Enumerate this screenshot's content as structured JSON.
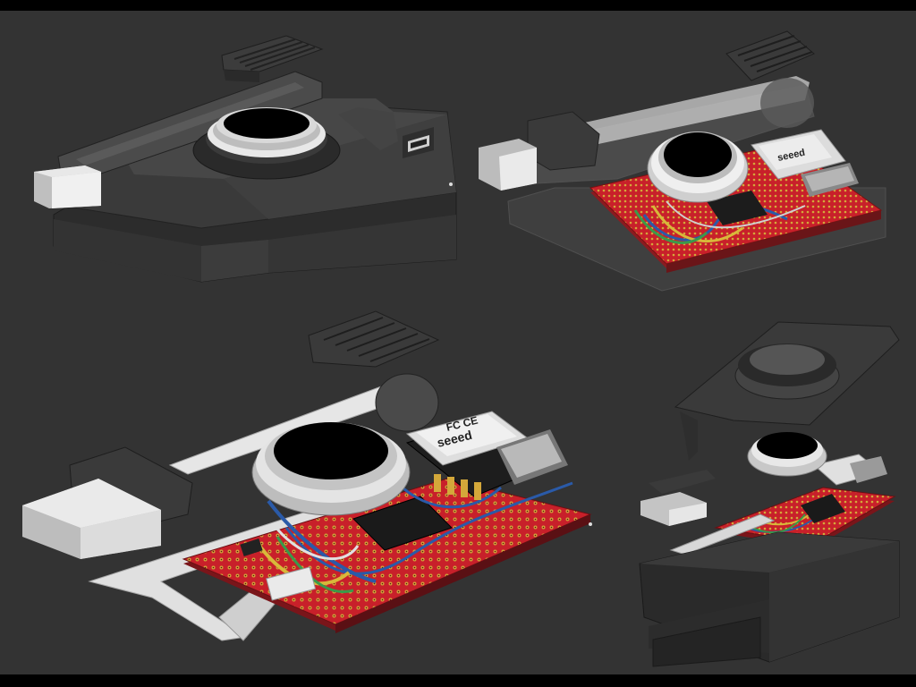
{
  "image": {
    "kind": "cad-render-montage",
    "panels": [
      {
        "name": "assembled-enclosure"
      },
      {
        "name": "transparent-enclosure-with-electronics"
      },
      {
        "name": "electronics-closeup"
      },
      {
        "name": "exploded-view"
      }
    ],
    "colors": {
      "background": "#333333",
      "letterbox": "#000000",
      "enclosure": "#3a3a3a",
      "enclosure_light": "#4a4a4a",
      "enclosure_dark": "#262626",
      "pcb_red": "#c8202a",
      "pcb_pad": "#d4a83a",
      "chip": "#1c1c1c",
      "module_white": "#e8e8e8",
      "ring_white": "#e0e0e0",
      "flex_white": "#d8d8d8",
      "wire_blue": "#2a5aa8",
      "wire_yellow": "#d8b83a",
      "wire_green": "#3a9a4a"
    },
    "labels": {
      "module_brand": "seeed",
      "module_cert": "FC CE"
    }
  }
}
